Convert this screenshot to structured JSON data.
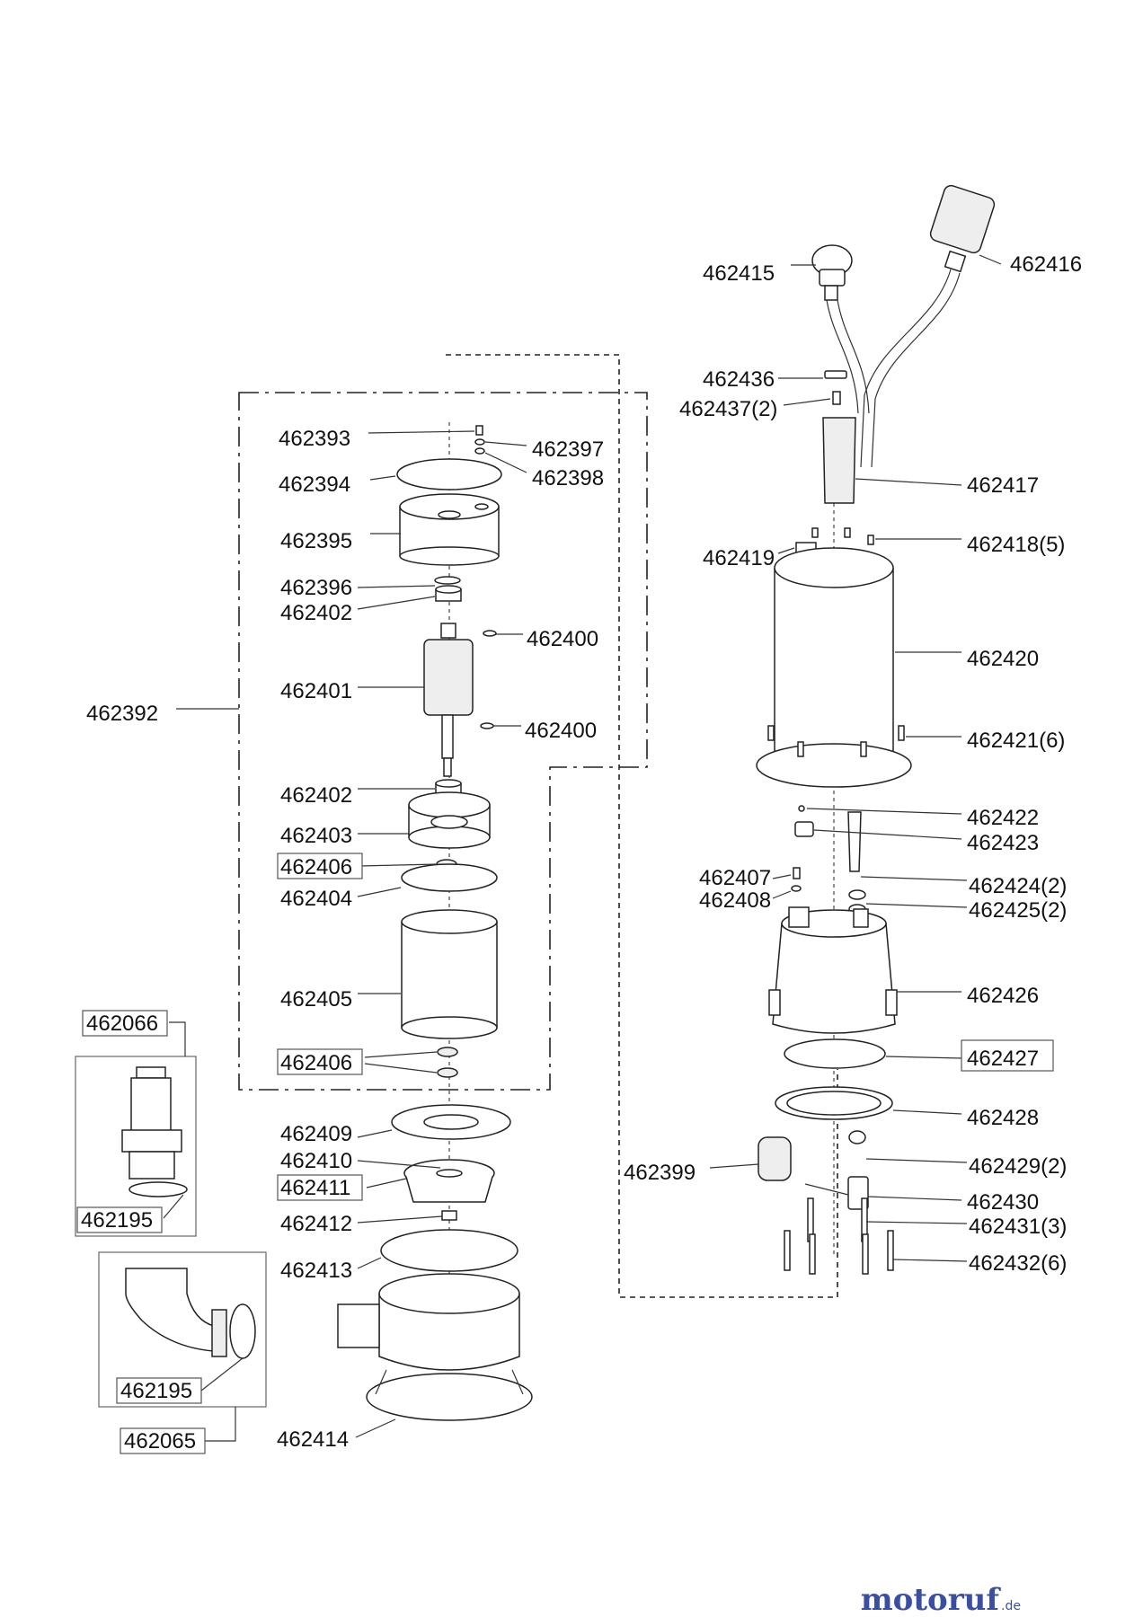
{
  "labels": {
    "p462415": "462415",
    "p462416": "462416",
    "p462436": "462436",
    "p462437": "462437(2)",
    "p462393": "462393",
    "p462397": "462397",
    "p462394": "462394",
    "p462398": "462398",
    "p462417": "462417",
    "p462395": "462395",
    "p462418": "462418(5)",
    "p462419": "462419",
    "p462396": "462396",
    "p462402a": "462402",
    "p462400a": "462400",
    "p462420": "462420",
    "p462392": "462392",
    "p462401": "462401",
    "p462400b": "462400",
    "p462421": "462421(6)",
    "p462402b": "462402",
    "p462422": "462422",
    "p462403": "462403",
    "p462423": "462423",
    "p462406a": "462406",
    "p462407": "462407",
    "p462424": "462424(2)",
    "p462404": "462404",
    "p462408": "462408",
    "p462425": "462425(2)",
    "p462405": "462405",
    "p462426": "462426",
    "p462066": "462066",
    "p462406b": "462406",
    "p462427": "462427",
    "p462409": "462409",
    "p462428": "462428",
    "p462410": "462410",
    "p462399": "462399",
    "p462429": "462429(2)",
    "p462411": "462411",
    "p462430": "462430",
    "p462195a": "462195",
    "p462412": "462412",
    "p462431": "462431(3)",
    "p462432": "462432(6)",
    "p462413": "462413",
    "p462195b": "462195",
    "p462065": "462065",
    "p462414": "462414"
  },
  "watermark": {
    "brand_main": "motoruf",
    "brand_accent": "",
    "suffix": ".de"
  }
}
